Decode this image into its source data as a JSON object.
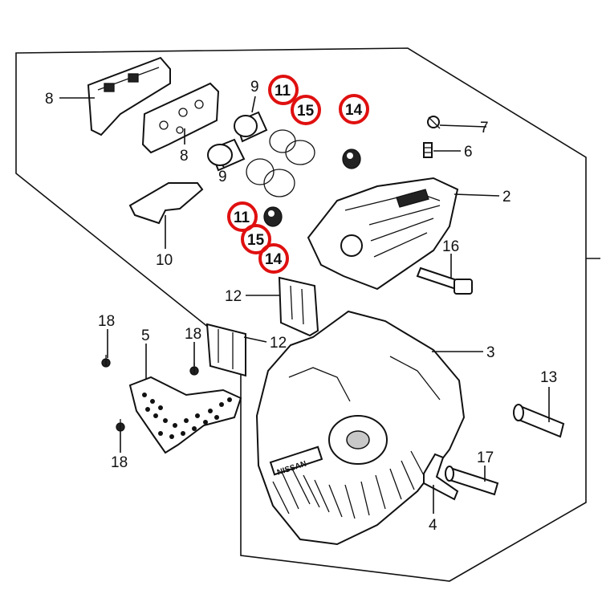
{
  "colors": {
    "highlight": "#e01010",
    "ink": "#111111",
    "paper": "#ffffff"
  },
  "callouts": {
    "c1": "8",
    "c2": "8",
    "c3": "9",
    "c4": "9",
    "c5": "10",
    "c6": "11",
    "c7": "15",
    "c8": "14",
    "c9": "11",
    "c10": "15",
    "c11": "14",
    "c12": "7",
    "c13": "6",
    "c14": "2",
    "c15": "16",
    "c16": "12",
    "c17": "12",
    "c18": "18",
    "c19": "18",
    "c20": "18",
    "c21": "5",
    "c22": "3",
    "c23": "13",
    "c24": "17",
    "c25": "4"
  },
  "imprint": {
    "brand_text": "NISSAN"
  }
}
